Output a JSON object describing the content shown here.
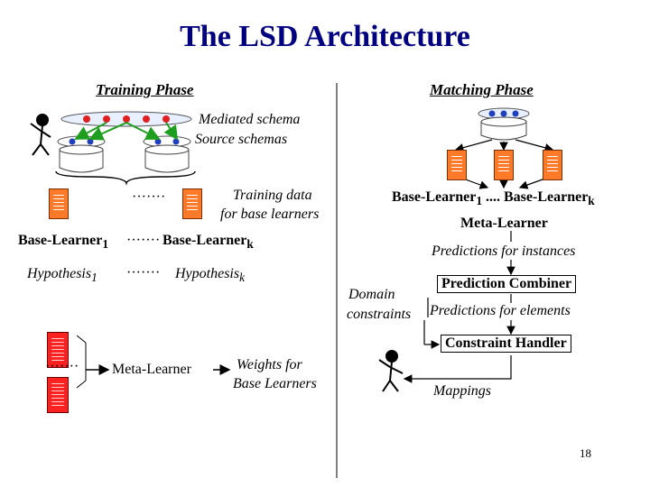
{
  "title": "The LSD Architecture",
  "page_number": "18",
  "training": {
    "phase": "Training Phase",
    "mediated_schema": "Mediated schema",
    "source_schemas": "Source schemas",
    "dots": "·······",
    "training_data_1": "Training data",
    "training_data_2": "for base learners",
    "base_learner_1": "Base-Learner",
    "base_learner_1_sub": "1",
    "base_learner_k": "Base-Learner",
    "base_learner_k_sub": "k",
    "hypothesis_1": "Hypothesis",
    "hypothesis_1_sub": "1",
    "hypothesis_k": "Hypothesis",
    "hypothesis_k_sub": "k",
    "meta_learner": "Meta-Learner",
    "weights_1": "Weights for",
    "weights_2": "Base Learners"
  },
  "matching": {
    "phase": "Matching Phase",
    "base_learner_1": "Base-Learner",
    "sub_1": "1",
    "dots": " .... ",
    "base_learner_k": "Base-Learner",
    "sub_k": "k",
    "meta_learner": "Meta-Learner",
    "predictions_instances": "Predictions for instances",
    "prediction_combiner": "Prediction Combiner",
    "domain": "Domain",
    "constraints": "constraints",
    "predictions_elements": "Predictions for elements",
    "constraint_handler": "Constraint Handler",
    "mappings": "Mappings"
  },
  "colors": {
    "title": "#000080",
    "doc": "#ff7a28",
    "learner_icon": "#ff2020",
    "node_red": "#e02020",
    "node_blue": "#1f3fbf",
    "arrow_green": "#1e9e1e"
  }
}
